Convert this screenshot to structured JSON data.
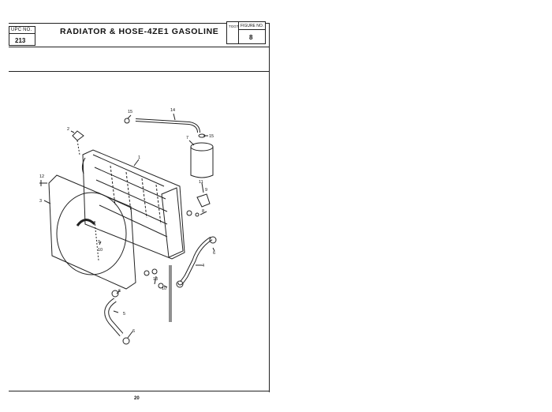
{
  "header": {
    "upc_label": "UPC NO.",
    "upc_number": "213",
    "title": "RADIATOR & HOSE-4ZE1 GASOLINE",
    "figure_code": "TGGT",
    "figure_label": "FIGURE NO.",
    "figure_number": "8"
  },
  "callouts": [
    "15",
    "14",
    "2",
    "1",
    "7",
    "15",
    "12",
    "3",
    "11",
    "9",
    "8",
    "6",
    "4",
    "9",
    "10",
    "13",
    "10",
    "6",
    "5",
    "6"
  ],
  "footer": {
    "page_number": "20"
  }
}
